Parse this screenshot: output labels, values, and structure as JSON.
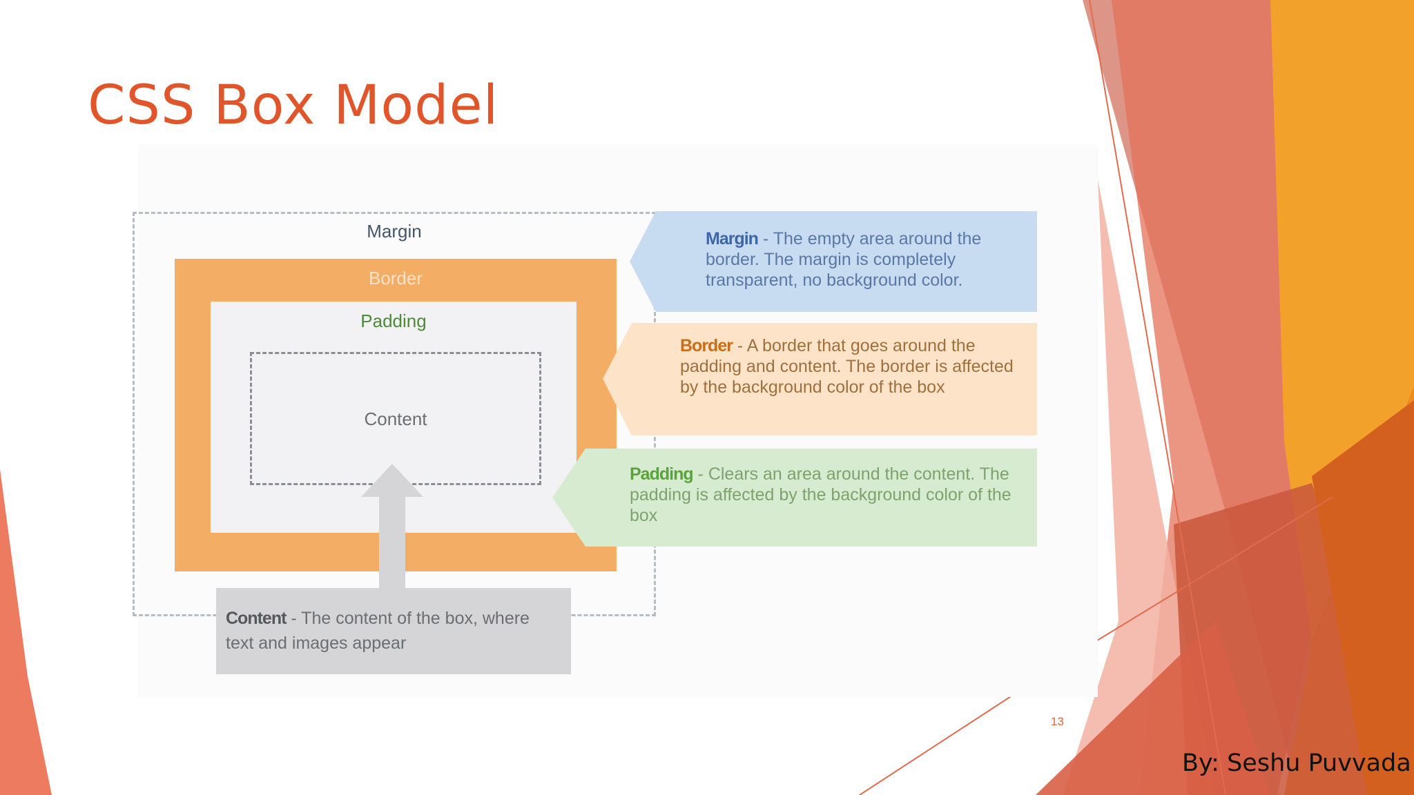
{
  "slide": {
    "title": "CSS Box Model",
    "slide_number": "13",
    "author": "By: Seshu Puvvada"
  },
  "diagram": {
    "margin_label": "Margin",
    "border_label": "Border",
    "padding_label": "Padding",
    "content_label": "Content"
  },
  "callouts": {
    "margin": {
      "term": "Margin",
      "text": " - The empty area around the border. The margin is completely transparent, no background color."
    },
    "border": {
      "term": "Border",
      "text": " - A border that goes around the padding and content. The border is affected by the background color of the box"
    },
    "padding": {
      "term": "Padding",
      "text": " - Clears an area around the content. The padding is affected by the background color of the box"
    },
    "content": {
      "term": "Content",
      "text": " - The content of the box, where text and images appear"
    }
  },
  "colors": {
    "title": "#e0552a",
    "border_box": "#f4ad65",
    "margin_callout": "#c8dcf1",
    "border_callout": "#fde4c9",
    "padding_callout": "#d7ebd1",
    "content_callout": "#d5d5d7"
  }
}
